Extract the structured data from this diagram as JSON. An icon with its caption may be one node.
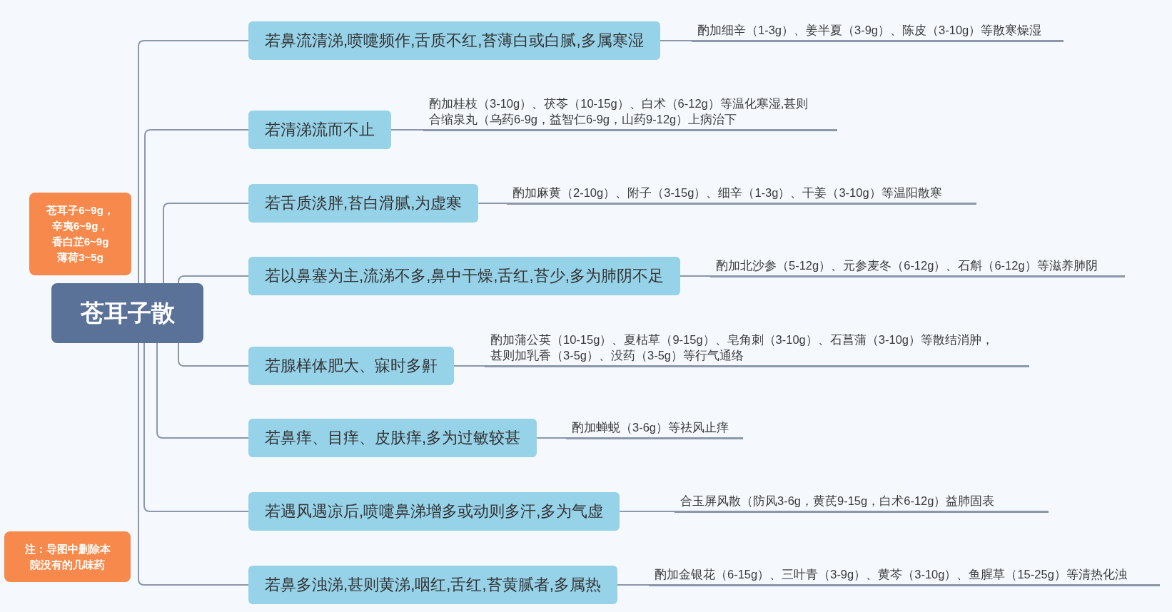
{
  "diagram": {
    "nodes": [
      {
        "text": [
          "苍耳子散"
        ]
      },
      {
        "text": [
          "苍耳子6~9g，辛夷6~9g，香白芷6~9g薄荷3~5g"
        ]
      },
      {
        "text": [
          "注：导图中删除本院没有的几味药"
        ]
      },
      {
        "text": [
          "若鼻流清涕,喷嚏频作,舌质不红,苔薄白或白腻,多属寒湿"
        ]
      },
      {
        "text": [
          "酌加细辛（1-3g）、姜半夏（3-9g）、陈皮（3-10g）等散寒燥湿"
        ]
      },
      {
        "text": [
          "若清涕流而不止"
        ]
      },
      {
        "text": [
          "酌加桂枝（3-10g）、茯苓（10-15g）、白术（6-12g）等温化寒湿,甚则合缩泉丸（乌药6-9g，益智仁6-9g，山药9-12g）上病治下"
        ]
      },
      {
        "text": [
          "若舌质淡胖,苔白滑腻,为虚寒"
        ]
      },
      {
        "text": [
          "酌加麻黄（2-10g）、附子（3-15g）、细辛（1-3g）、干姜（3-10g）等温阳散寒"
        ]
      },
      {
        "text": [
          "若以鼻塞为主,流涕不多,鼻中干燥,舌红,苔少,多为肺阴不足"
        ]
      },
      {
        "text": [
          "酌加北沙参（5-12g）、元参麦冬（6-12g）、石斛（6-12g）等滋养肺阴"
        ]
      },
      {
        "text": [
          "若腺样体肥大、寐时多鼾"
        ]
      },
      {
        "text": [
          "酌加蒲公英（10-15g）、夏枯草（9-15g）、皂角刺（3-10g）、石菖蒲（3-10g）等散结消肿，甚则加乳香（3-5g）、没药（3-5g）等行气通络"
        ]
      },
      {
        "text": [
          "若鼻痒、目痒、皮肤痒,多为过敏较甚"
        ]
      },
      {
        "text": [
          "酌加蝉蜕（3-6g）等祛风止痒"
        ]
      },
      {
        "text": [
          "若遇风遇凉后,喷嚏鼻涕增多或动则多汗,多为气虚"
        ]
      },
      {
        "text": [
          "合玉屏风散（防风3-6g，黄芪9-15g，白术6-12g）益肺固表"
        ]
      },
      {
        "text": [
          "若鼻多浊涕,甚则黄涕,咽红,舌红,苔黄腻者,多属热"
        ]
      },
      {
        "text": [
          "酌加金银花（6-15g）、三叶青（3-9g）、黄芩（3-10g）、鱼腥草（15-25g）等清热化浊"
        ]
      }
    ],
    "edges": [
      {
        "from": 0,
        "to": 3,
        "arrow": "none"
      },
      {
        "from": 0,
        "to": 5,
        "arrow": "none"
      },
      {
        "from": 0,
        "to": 7,
        "arrow": "none"
      },
      {
        "from": 0,
        "to": 9,
        "arrow": "none"
      },
      {
        "from": 0,
        "to": 11,
        "arrow": "none"
      },
      {
        "from": 0,
        "to": 13,
        "arrow": "none"
      },
      {
        "from": 0,
        "to": 15,
        "arrow": "none"
      },
      {
        "from": 0,
        "to": 17,
        "arrow": "none"
      },
      {
        "from": 3,
        "to": 4,
        "arrow": "none"
      },
      {
        "from": 5,
        "to": 6,
        "arrow": "none"
      },
      {
        "from": 7,
        "to": 8,
        "arrow": "none"
      },
      {
        "from": 9,
        "to": 10,
        "arrow": "none"
      },
      {
        "from": 11,
        "to": 12,
        "arrow": "none"
      },
      {
        "from": 13,
        "to": 14,
        "arrow": "none"
      },
      {
        "from": 15,
        "to": 16,
        "arrow": "none"
      },
      {
        "from": 17,
        "to": 18,
        "arrow": "none"
      }
    ]
  }
}
